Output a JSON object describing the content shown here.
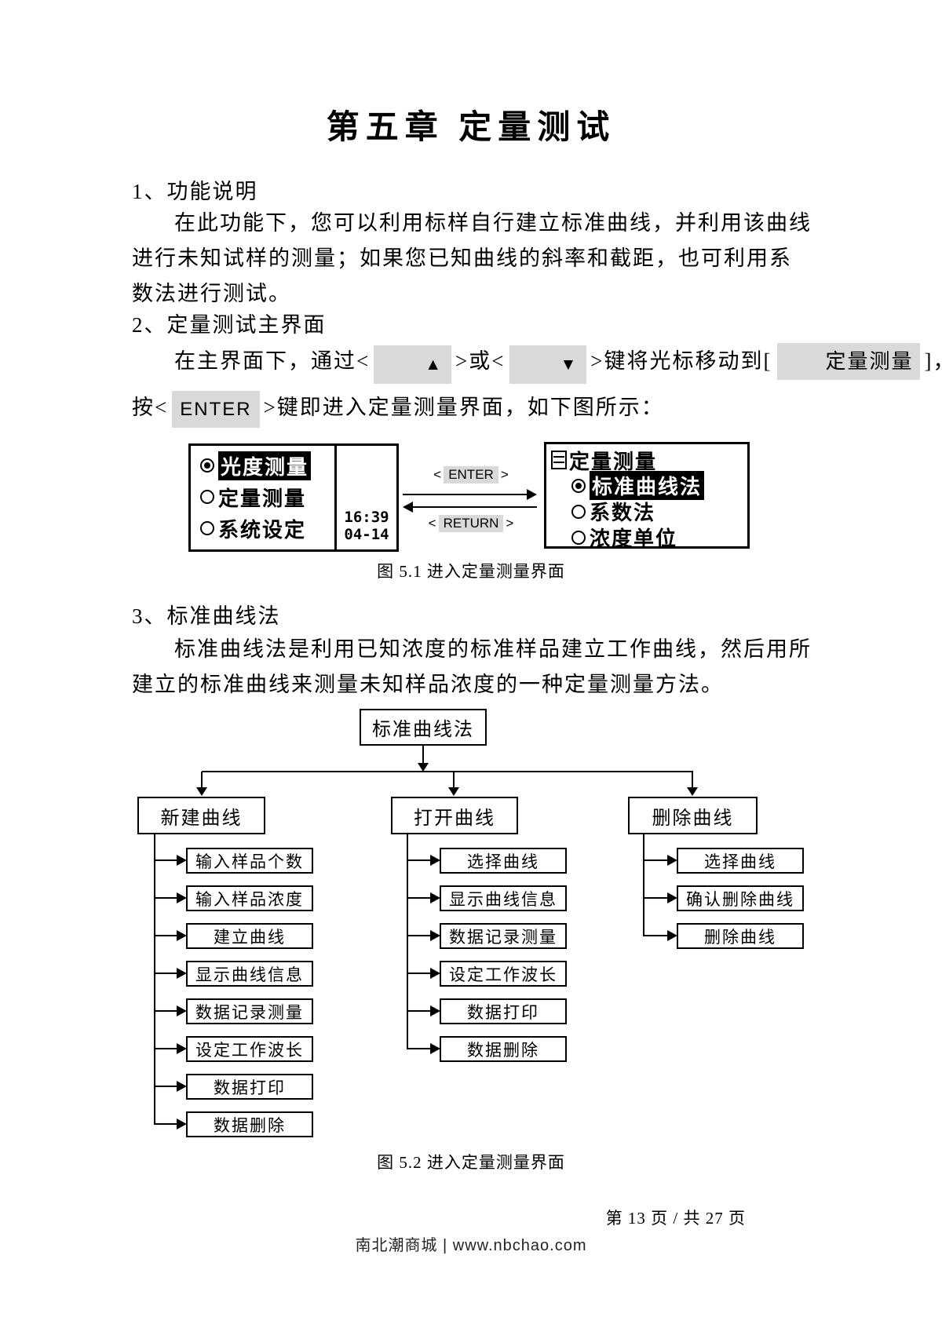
{
  "page": {
    "title": "第五章 定量测试",
    "page_info": "第 13 页 / 共 27 页",
    "site_link": "南北潮商城 | www.nbchao.com"
  },
  "symbols": {
    "lt": "<",
    "gt": ">"
  },
  "section1": {
    "heading": "1、功能说明",
    "body_lines": [
      "在此功能下，您可以利用标样自行建立标准曲线，并利用该曲线",
      "进行未知试样的测量；如果您已知曲线的斜率和截距，也可利用系",
      "数法进行测试。"
    ]
  },
  "section2": {
    "heading": "2、定量测试主界面",
    "p1_pre": "在主界面下，通过<",
    "key_up": "▲",
    "p1_mid1": ">或<",
    "key_down": "▼",
    "p1_mid2": ">键将光标移动到[",
    "menu_highlight": "定量测量",
    "p1_end": "]，",
    "p2_pre": "按<",
    "key_enter": "ENTER",
    "p2_end": ">键即进入定量测量界面，如下图所示："
  },
  "figure1": {
    "caption": "图 5.1 进入定量测量界面",
    "left_screen": {
      "items": [
        {
          "label": "光度测量"
        },
        {
          "label": "定量测量"
        },
        {
          "label": "系统设定"
        }
      ],
      "time": "16:39",
      "date": "04-14"
    },
    "arrows": {
      "enter_key": "ENTER",
      "return_key": "RETURN"
    },
    "right_screen": {
      "title": "定量测量",
      "items": [
        {
          "label": "标准曲线法"
        },
        {
          "label": "系数法"
        },
        {
          "label": "浓度单位"
        }
      ]
    }
  },
  "section3": {
    "heading": "3、标准曲线法",
    "body_lines": [
      "标准曲线法是利用已知浓度的标准样品建立工作曲线，然后用所",
      "建立的标准曲线来测量未知样品浓度的一种定量测量方法。"
    ]
  },
  "figure2": {
    "caption": "图 5.2 进入定量测量界面",
    "root": "标准曲线法",
    "branch1": {
      "title": "新建曲线",
      "children": [
        "输入样品个数",
        "输入样品浓度",
        "建立曲线",
        "显示曲线信息",
        "数据记录测量",
        "设定工作波长",
        "数据打印",
        "数据删除"
      ]
    },
    "branch2": {
      "title": "打开曲线",
      "children": [
        "选择曲线",
        "显示曲线信息",
        "数据记录测量",
        "设定工作波长",
        "数据打印",
        "数据删除"
      ]
    },
    "branch3": {
      "title": "删除曲线",
      "children": [
        "选择曲线",
        "确认删除曲线",
        "删除曲线"
      ]
    }
  }
}
